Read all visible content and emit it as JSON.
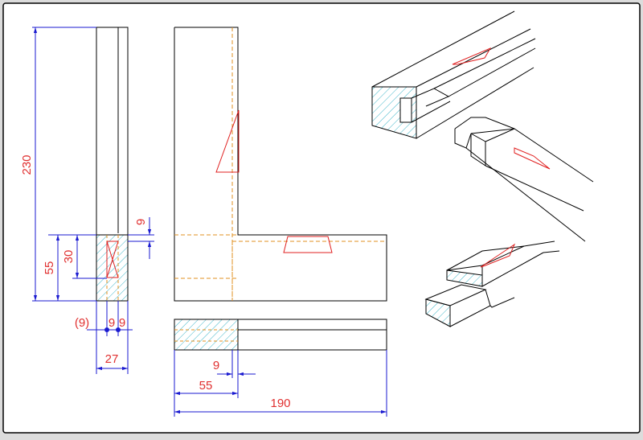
{
  "dimensions": {
    "height_total": "230",
    "height_joint": "55",
    "height_inner": "30",
    "groove": "9",
    "groove_offset": "(9)",
    "split_a": "9",
    "split_b": "9",
    "width": "27",
    "bottom_small": "9",
    "bottom_mid": "55",
    "bottom_total": "190"
  },
  "colors": {
    "outline": "#000000",
    "dimension": "#1a1ad0",
    "dimension_text": "#e03030",
    "hidden": "#e09020",
    "hatch": "#3fb6c9",
    "marker": "#e02020"
  }
}
